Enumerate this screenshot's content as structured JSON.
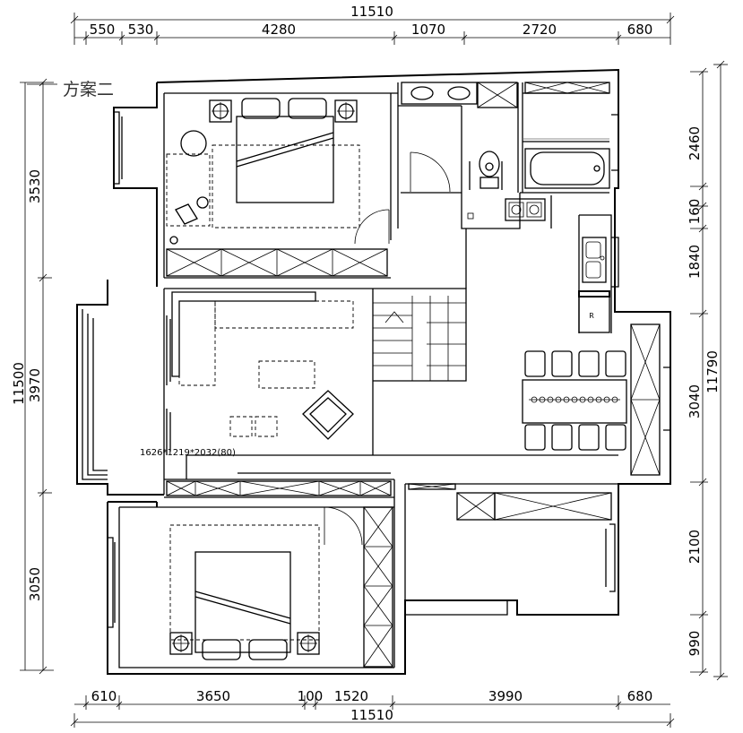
{
  "plan_label": "方案二",
  "note": "1626*1219*2032(80)",
  "top_dims": {
    "total": "11510",
    "segments": [
      "550",
      "530",
      "4280",
      "1070",
      "2720",
      "680"
    ]
  },
  "bottom_dims": {
    "total": "11510",
    "segments": [
      "610",
      "3650",
      "100",
      "1520",
      "3990",
      "680"
    ]
  },
  "left_dims": {
    "total": "11500",
    "segments": [
      "3530",
      "3970",
      "3050"
    ]
  },
  "right_dims": {
    "total": "11790",
    "segments": [
      "2460",
      "160",
      "1840",
      "3040",
      "2100",
      "990"
    ]
  },
  "fridge_mark": "R"
}
